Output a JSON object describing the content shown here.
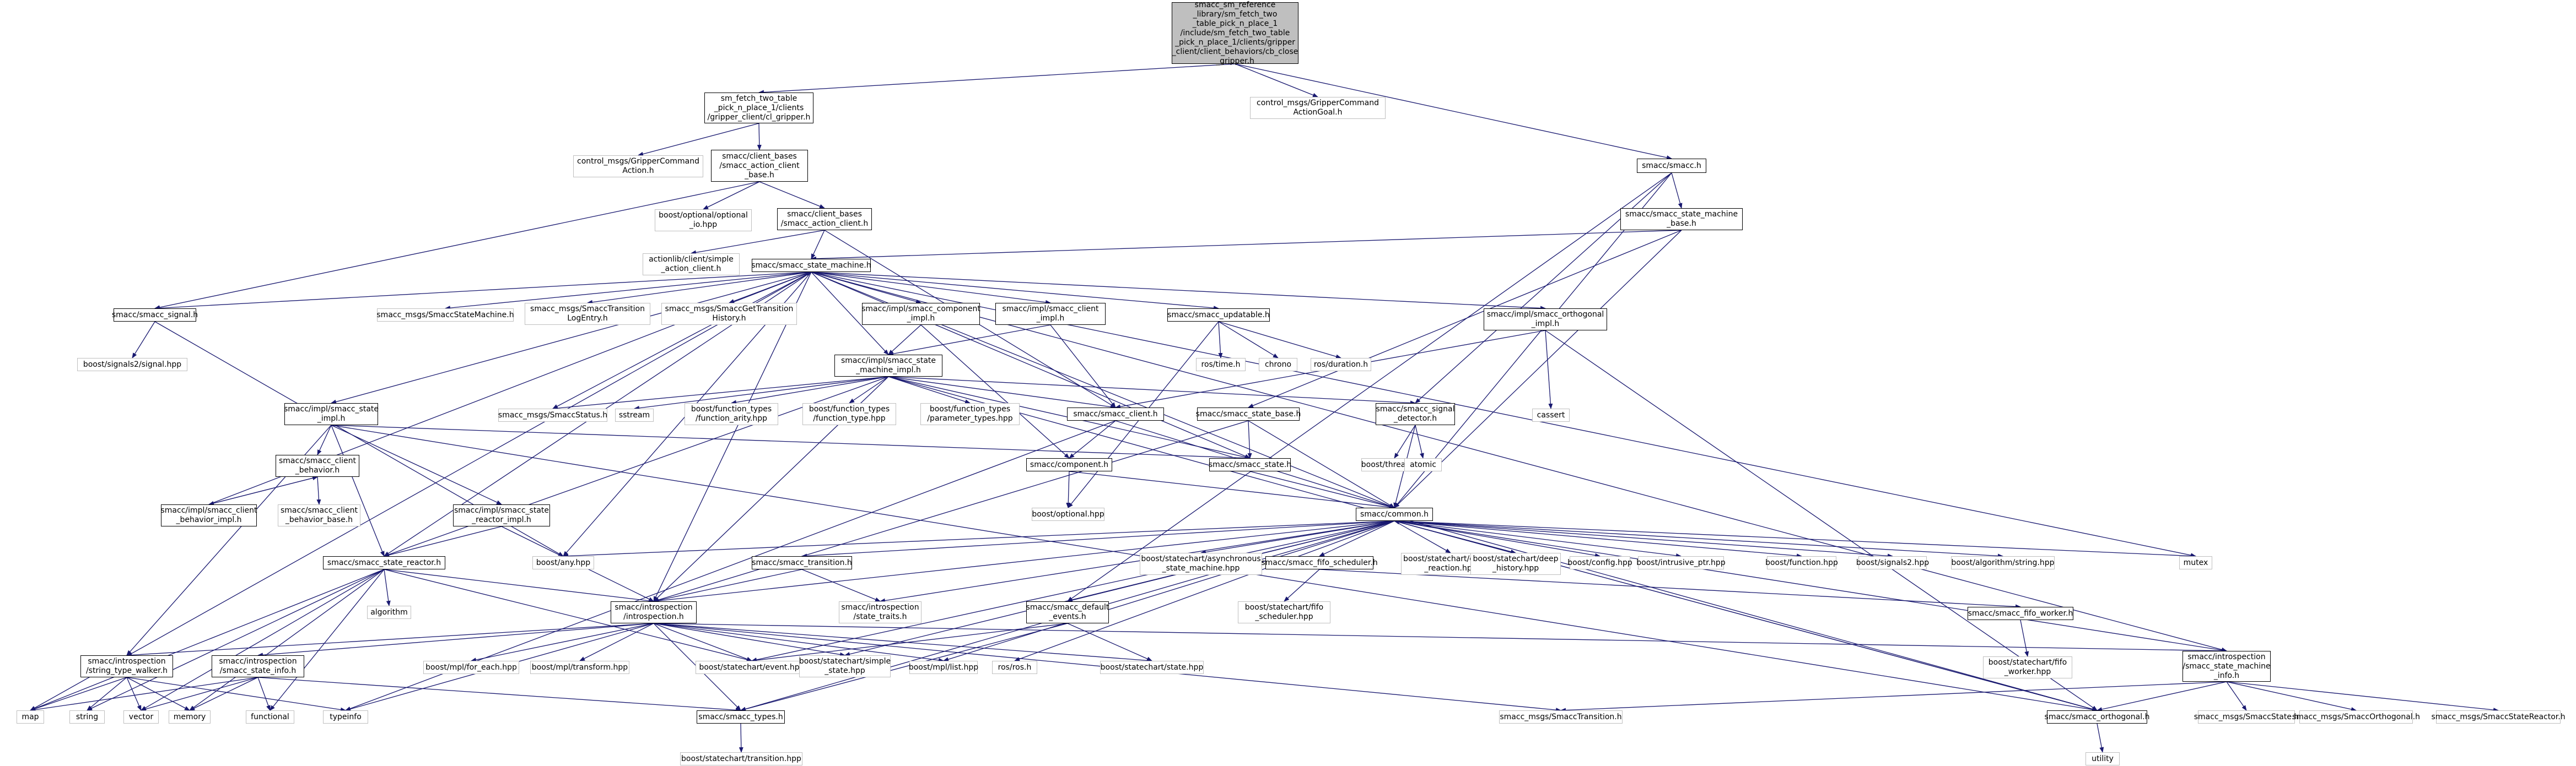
{
  "nodes": [
    {
      "id": "root",
      "kind": "root",
      "label": "smacc_sm_reference\n_library/sm_fetch_two\n_table_pick_n_place_1\n/include/sm_fetch_two_table\n_pick_n_place_1/clients/gripper\n_client/client_behaviors/cb_close\n_gripper.h"
    },
    {
      "id": "cl_gripper",
      "kind": "doc",
      "label": "sm_fetch_two_table\n_pick_n_place_1/clients\n/gripper_client/cl_gripper.h"
    },
    {
      "id": "gcag",
      "kind": "ext",
      "label": "control_msgs/GripperCommand\nActionGoal.h"
    },
    {
      "id": "smacc_h",
      "kind": "doc",
      "label": "smacc/smacc.h"
    },
    {
      "id": "gca",
      "kind": "ext",
      "label": "control_msgs/GripperCommand\nAction.h"
    },
    {
      "id": "cb_action_base",
      "kind": "doc",
      "label": "smacc/client_bases\n/smacc_action_client\n_base.h"
    },
    {
      "id": "sm_base",
      "kind": "doc",
      "label": "smacc/smacc_state_machine\n_base.h"
    },
    {
      "id": "optional_io",
      "kind": "ext",
      "label": "boost/optional/optional\n_io.hpp"
    },
    {
      "id": "cb_action",
      "kind": "doc",
      "label": "smacc/client_bases\n/smacc_action_client.h"
    },
    {
      "id": "simple_ac",
      "kind": "ext",
      "label": "actionlib/client/simple\n_action_client.h"
    },
    {
      "id": "state_machine",
      "kind": "doc",
      "label": "smacc/smacc_state_machine.h"
    },
    {
      "id": "signal",
      "kind": "doc",
      "label": "smacc/smacc_signal.h"
    },
    {
      "id": "msg_sm",
      "kind": "ext",
      "label": "smacc_msgs/SmaccStateMachine.h"
    },
    {
      "id": "msg_tle",
      "kind": "ext",
      "label": "smacc_msgs/SmaccTransition\nLogEntry.h"
    },
    {
      "id": "msg_gth",
      "kind": "ext",
      "label": "smacc_msgs/SmaccGetTransition\nHistory.h"
    },
    {
      "id": "comp_impl",
      "kind": "doc",
      "label": "smacc/impl/smacc_component\n_impl.h"
    },
    {
      "id": "client_impl",
      "kind": "doc",
      "label": "smacc/impl/smacc_client\n_impl.h"
    },
    {
      "id": "updatable",
      "kind": "doc",
      "label": "smacc/smacc_updatable.h"
    },
    {
      "id": "signals2",
      "kind": "ext",
      "label": "boost/signals2/signal.hpp"
    },
    {
      "id": "ros_time",
      "kind": "ext",
      "label": "ros/time.h"
    },
    {
      "id": "chrono",
      "kind": "ext",
      "label": "chrono"
    },
    {
      "id": "ros_duration",
      "kind": "ext",
      "label": "ros/duration.h"
    },
    {
      "id": "sm_impl",
      "kind": "doc",
      "label": "smacc/impl/smacc_state\n_machine_impl.h"
    },
    {
      "id": "orth_impl",
      "kind": "doc",
      "label": "smacc/impl/smacc_orthogonal\n_impl.h"
    },
    {
      "id": "state_impl",
      "kind": "doc",
      "label": "smacc/impl/smacc_state\n_impl.h"
    },
    {
      "id": "msg_status",
      "kind": "ext",
      "label": "smacc_msgs/SmaccStatus.h"
    },
    {
      "id": "sstream",
      "kind": "ext",
      "label": "sstream"
    },
    {
      "id": "ft_arity",
      "kind": "ext",
      "label": "boost/function_types\n/function_arity.hpp"
    },
    {
      "id": "ft_type",
      "kind": "ext",
      "label": "boost/function_types\n/function_type.hpp"
    },
    {
      "id": "ft_param",
      "kind": "ext",
      "label": "boost/function_types\n/parameter_types.hpp"
    },
    {
      "id": "client",
      "kind": "doc",
      "label": "smacc/smacc_client.h"
    },
    {
      "id": "state_base",
      "kind": "doc",
      "label": "smacc/smacc_state_base.h"
    },
    {
      "id": "sig_detector",
      "kind": "doc",
      "label": "smacc/smacc_signal\n_detector.h"
    },
    {
      "id": "cassert",
      "kind": "ext",
      "label": "cassert"
    },
    {
      "id": "client_behavior",
      "kind": "doc",
      "label": "smacc/smacc_client\n_behavior.h"
    },
    {
      "id": "state_h",
      "kind": "doc",
      "label": "smacc/smacc_state.h"
    },
    {
      "id": "bthread",
      "kind": "ext",
      "label": "boost/thread.hpp"
    },
    {
      "id": "atomic",
      "kind": "ext",
      "label": "atomic"
    },
    {
      "id": "component",
      "kind": "doc",
      "label": "smacc/component.h"
    },
    {
      "id": "cb_impl",
      "kind": "doc",
      "label": "smacc/impl/smacc_client\n_behavior_impl.h"
    },
    {
      "id": "cb_base",
      "kind": "ext",
      "label": "smacc/smacc_client\n_behavior_base.h"
    },
    {
      "id": "reactor_impl",
      "kind": "doc",
      "label": "smacc/impl/smacc_state\n_reactor_impl.h"
    },
    {
      "id": "boost_optional",
      "kind": "ext",
      "label": "boost/optional.hpp"
    },
    {
      "id": "common",
      "kind": "doc",
      "label": "smacc/common.h"
    },
    {
      "id": "state_reactor",
      "kind": "doc",
      "label": "smacc/smacc_state_reactor.h"
    },
    {
      "id": "boost_any",
      "kind": "ext",
      "label": "boost/any.hpp"
    },
    {
      "id": "transition_h",
      "kind": "doc",
      "label": "smacc/smacc_transition.h"
    },
    {
      "id": "async_sm",
      "kind": "ext",
      "label": "boost/statechart/asynchronous\n_state_machine.hpp"
    },
    {
      "id": "fifo_sched",
      "kind": "doc",
      "label": "smacc/smacc_fifo_scheduler.h"
    },
    {
      "id": "custom_reaction",
      "kind": "ext",
      "label": "boost/statechart/custom\n_reaction.hpp"
    },
    {
      "id": "deep_history",
      "kind": "ext",
      "label": "boost/statechart/deep\n_history.hpp"
    },
    {
      "id": "config",
      "kind": "ext",
      "label": "boost/config.hpp"
    },
    {
      "id": "intrusive",
      "kind": "ext",
      "label": "boost/intrusive_ptr.hpp"
    },
    {
      "id": "bfunction",
      "kind": "ext",
      "label": "boost/function.hpp"
    },
    {
      "id": "bsignals2",
      "kind": "ext",
      "label": "boost/signals2.hpp"
    },
    {
      "id": "balg_string",
      "kind": "ext",
      "label": "boost/algorithm/string.hpp"
    },
    {
      "id": "mutex",
      "kind": "ext",
      "label": "mutex"
    },
    {
      "id": "algorithm",
      "kind": "ext",
      "label": "algorithm"
    },
    {
      "id": "introspection",
      "kind": "doc",
      "label": "smacc/introspection\n/introspection.h"
    },
    {
      "id": "state_traits",
      "kind": "ext",
      "label": "smacc/introspection\n/state_traits.h"
    },
    {
      "id": "fifo_sched_ext",
      "kind": "ext",
      "label": "boost/statechart/fifo\n_scheduler.hpp"
    },
    {
      "id": "default_events",
      "kind": "doc",
      "label": "smacc/smacc_default\n_events.h"
    },
    {
      "id": "fifo_worker",
      "kind": "doc",
      "label": "smacc/smacc_fifo_worker.h"
    },
    {
      "id": "str_walker",
      "kind": "doc",
      "label": "smacc/introspection\n/string_type_walker.h"
    },
    {
      "id": "state_info",
      "kind": "doc",
      "label": "smacc/introspection\n/smacc_state_info.h"
    },
    {
      "id": "for_each",
      "kind": "ext",
      "label": "boost/mpl/for_each.hpp"
    },
    {
      "id": "mpl_transform",
      "kind": "ext",
      "label": "boost/mpl/transform.hpp"
    },
    {
      "id": "sc_event",
      "kind": "ext",
      "label": "boost/statechart/event.hpp"
    },
    {
      "id": "simple_state",
      "kind": "ext",
      "label": "boost/statechart/simple\n_state.hpp"
    },
    {
      "id": "mpl_list",
      "kind": "ext",
      "label": "boost/mpl/list.hpp"
    },
    {
      "id": "ros_ros",
      "kind": "ext",
      "label": "ros/ros.h"
    },
    {
      "id": "sc_state",
      "kind": "ext",
      "label": "boost/statechart/state.hpp"
    },
    {
      "id": "fifo_worker_ext",
      "kind": "ext",
      "label": "boost/statechart/fifo\n_worker.hpp"
    },
    {
      "id": "sm_info",
      "kind": "doc",
      "label": "smacc/introspection\n/smacc_state_machine\n_info.h"
    },
    {
      "id": "map",
      "kind": "ext",
      "label": "map"
    },
    {
      "id": "string",
      "kind": "ext",
      "label": "string"
    },
    {
      "id": "vector",
      "kind": "ext",
      "label": "vector"
    },
    {
      "id": "memory",
      "kind": "ext",
      "label": "memory"
    },
    {
      "id": "functional",
      "kind": "ext",
      "label": "functional"
    },
    {
      "id": "typeinfo",
      "kind": "ext",
      "label": "typeinfo"
    },
    {
      "id": "smacc_types",
      "kind": "doc",
      "label": "smacc/smacc_types.h"
    },
    {
      "id": "msg_transition",
      "kind": "ext",
      "label": "smacc_msgs/SmaccTransition.h"
    },
    {
      "id": "orthogonal",
      "kind": "doc",
      "label": "smacc/smacc_orthogonal.h"
    },
    {
      "id": "msg_state",
      "kind": "ext",
      "label": "smacc_msgs/SmaccState.h"
    },
    {
      "id": "msg_orth",
      "kind": "ext",
      "label": "smacc_msgs/SmaccOrthogonal.h"
    },
    {
      "id": "msg_reactor",
      "kind": "ext",
      "label": "smacc_msgs/SmaccStateReactor.h"
    },
    {
      "id": "transition_hpp",
      "kind": "ext",
      "label": "boost/statechart/transition.hpp"
    },
    {
      "id": "utility",
      "kind": "ext",
      "label": "utility"
    }
  ],
  "edges": [
    [
      "root",
      "cl_gripper"
    ],
    [
      "root",
      "gcag"
    ],
    [
      "root",
      "smacc_h"
    ],
    [
      "cl_gripper",
      "gca"
    ],
    [
      "cl_gripper",
      "cb_action_base"
    ],
    [
      "cb_action_base",
      "signal"
    ],
    [
      "cb_action_base",
      "optional_io"
    ],
    [
      "cb_action_base",
      "cb_action"
    ],
    [
      "cb_action",
      "simple_ac"
    ],
    [
      "cb_action",
      "state_machine"
    ],
    [
      "cb_action",
      "client"
    ],
    [
      "smacc_h",
      "sm_base"
    ],
    [
      "smacc_h",
      "common"
    ],
    [
      "smacc_h",
      "default_events"
    ],
    [
      "smacc_h",
      "sig_detector"
    ],
    [
      "sm_base",
      "state_machine"
    ],
    [
      "sm_base",
      "common"
    ],
    [
      "sm_base",
      "state_base"
    ],
    [
      "state_machine",
      "signal"
    ],
    [
      "state_machine",
      "msg_sm"
    ],
    [
      "state_machine",
      "msg_tle"
    ],
    [
      "state_machine",
      "msg_gth"
    ],
    [
      "state_machine",
      "comp_impl"
    ],
    [
      "state_machine",
      "client_impl"
    ],
    [
      "state_machine",
      "updatable"
    ],
    [
      "state_machine",
      "sm_impl"
    ],
    [
      "state_machine",
      "orth_impl"
    ],
    [
      "state_machine",
      "state_impl"
    ],
    [
      "state_machine",
      "msg_status"
    ],
    [
      "state_machine",
      "map"
    ],
    [
      "state_machine",
      "mutex"
    ],
    [
      "state_machine",
      "common"
    ],
    [
      "state_machine",
      "introspection"
    ],
    [
      "state_machine",
      "state_reactor"
    ],
    [
      "state_machine",
      "sm_info"
    ],
    [
      "state_machine",
      "boost_any"
    ],
    [
      "state_machine",
      "state_h"
    ],
    [
      "signal",
      "signals2"
    ],
    [
      "signal",
      "boost_any"
    ],
    [
      "comp_impl",
      "component"
    ],
    [
      "comp_impl",
      "sm_impl"
    ],
    [
      "client_impl",
      "client"
    ],
    [
      "client_impl",
      "sm_impl"
    ],
    [
      "updatable",
      "ros_time"
    ],
    [
      "updatable",
      "chrono"
    ],
    [
      "updatable",
      "ros_duration"
    ],
    [
      "updatable",
      "boost_optional"
    ],
    [
      "sm_impl",
      "msg_status"
    ],
    [
      "sm_impl",
      "sstream"
    ],
    [
      "sm_impl",
      "ft_arity"
    ],
    [
      "sm_impl",
      "ft_type"
    ],
    [
      "sm_impl",
      "ft_param"
    ],
    [
      "sm_impl",
      "client"
    ],
    [
      "sm_impl",
      "sig_detector"
    ],
    [
      "sm_impl",
      "state_reactor"
    ],
    [
      "sm_impl",
      "introspection"
    ],
    [
      "sm_impl",
      "state_h"
    ],
    [
      "sm_impl",
      "orthogonal"
    ],
    [
      "orth_impl",
      "client"
    ],
    [
      "orth_impl",
      "cassert"
    ],
    [
      "orth_impl",
      "orthogonal"
    ],
    [
      "state_impl",
      "client_behavior"
    ],
    [
      "state_impl",
      "state_h"
    ],
    [
      "state_impl",
      "reactor_impl"
    ],
    [
      "state_impl",
      "state_reactor"
    ],
    [
      "state_impl",
      "str_walker"
    ],
    [
      "state_impl",
      "orthogonal"
    ],
    [
      "client",
      "component"
    ],
    [
      "client",
      "common"
    ],
    [
      "client",
      "typeinfo"
    ],
    [
      "state_base",
      "state_h"
    ],
    [
      "state_base",
      "common"
    ],
    [
      "state_base",
      "introspection"
    ],
    [
      "sig_detector",
      "bthread"
    ],
    [
      "sig_detector",
      "atomic"
    ],
    [
      "sig_detector",
      "common"
    ],
    [
      "client_behavior",
      "cb_impl"
    ],
    [
      "client_behavior",
      "cb_base"
    ],
    [
      "cb_impl",
      "client_behavior"
    ],
    [
      "cb_impl",
      "state_machine"
    ],
    [
      "state_h",
      "common"
    ],
    [
      "component",
      "common"
    ],
    [
      "component",
      "boost_optional"
    ],
    [
      "reactor_impl",
      "state_reactor"
    ],
    [
      "reactor_impl",
      "introspection"
    ],
    [
      "common",
      "boost_any"
    ],
    [
      "common",
      "async_sm"
    ],
    [
      "common",
      "fifo_sched"
    ],
    [
      "common",
      "custom_reaction"
    ],
    [
      "common",
      "deep_history"
    ],
    [
      "common",
      "config"
    ],
    [
      "common",
      "intrusive"
    ],
    [
      "common",
      "bfunction"
    ],
    [
      "common",
      "bsignals2"
    ],
    [
      "common",
      "balg_string"
    ],
    [
      "common",
      "mutex"
    ],
    [
      "common",
      "transition_h"
    ],
    [
      "common",
      "introspection"
    ],
    [
      "common",
      "default_events"
    ],
    [
      "common",
      "state_traits"
    ],
    [
      "common",
      "ros_ros"
    ],
    [
      "common",
      "mpl_list"
    ],
    [
      "common",
      "simple_state"
    ],
    [
      "common",
      "sc_event"
    ],
    [
      "common",
      "smacc_types"
    ],
    [
      "common",
      "orthogonal"
    ],
    [
      "state_reactor",
      "algorithm"
    ],
    [
      "state_reactor",
      "introspection"
    ],
    [
      "state_reactor",
      "map"
    ],
    [
      "state_reactor",
      "string"
    ],
    [
      "state_reactor",
      "vector"
    ],
    [
      "state_reactor",
      "memory"
    ],
    [
      "state_reactor",
      "functional"
    ],
    [
      "state_reactor",
      "sc_event"
    ],
    [
      "transition_h",
      "introspection"
    ],
    [
      "transition_h",
      "state_traits"
    ],
    [
      "fifo_sched",
      "fifo_sched_ext"
    ],
    [
      "fifo_sched",
      "fifo_worker"
    ],
    [
      "fifo_worker",
      "fifo_worker_ext"
    ],
    [
      "introspection",
      "str_walker"
    ],
    [
      "introspection",
      "state_info"
    ],
    [
      "introspection",
      "for_each"
    ],
    [
      "introspection",
      "mpl_transform"
    ],
    [
      "introspection",
      "sc_event"
    ],
    [
      "introspection",
      "simple_state"
    ],
    [
      "introspection",
      "mpl_list"
    ],
    [
      "introspection",
      "sc_state"
    ],
    [
      "introspection",
      "sm_info"
    ],
    [
      "introspection",
      "typeinfo"
    ],
    [
      "introspection",
      "smacc_types"
    ],
    [
      "introspection",
      "msg_transition"
    ],
    [
      "default_events",
      "sc_event"
    ],
    [
      "default_events",
      "sc_state"
    ],
    [
      "default_events",
      "smacc_types"
    ],
    [
      "str_walker",
      "map"
    ],
    [
      "str_walker",
      "string"
    ],
    [
      "str_walker",
      "vector"
    ],
    [
      "str_walker",
      "memory"
    ],
    [
      "str_walker",
      "typeinfo"
    ],
    [
      "state_info",
      "map"
    ],
    [
      "state_info",
      "memory"
    ],
    [
      "state_info",
      "vector"
    ],
    [
      "state_info",
      "functional"
    ],
    [
      "state_info",
      "smacc_types"
    ],
    [
      "sm_info",
      "msg_transition"
    ],
    [
      "sm_info",
      "orthogonal"
    ],
    [
      "sm_info",
      "msg_state"
    ],
    [
      "sm_info",
      "msg_orth"
    ],
    [
      "sm_info",
      "msg_reactor"
    ],
    [
      "sm_info",
      "common"
    ],
    [
      "smacc_types",
      "transition_hpp"
    ],
    [
      "orthogonal",
      "utility"
    ],
    [
      "orthogonal",
      "common"
    ]
  ]
}
